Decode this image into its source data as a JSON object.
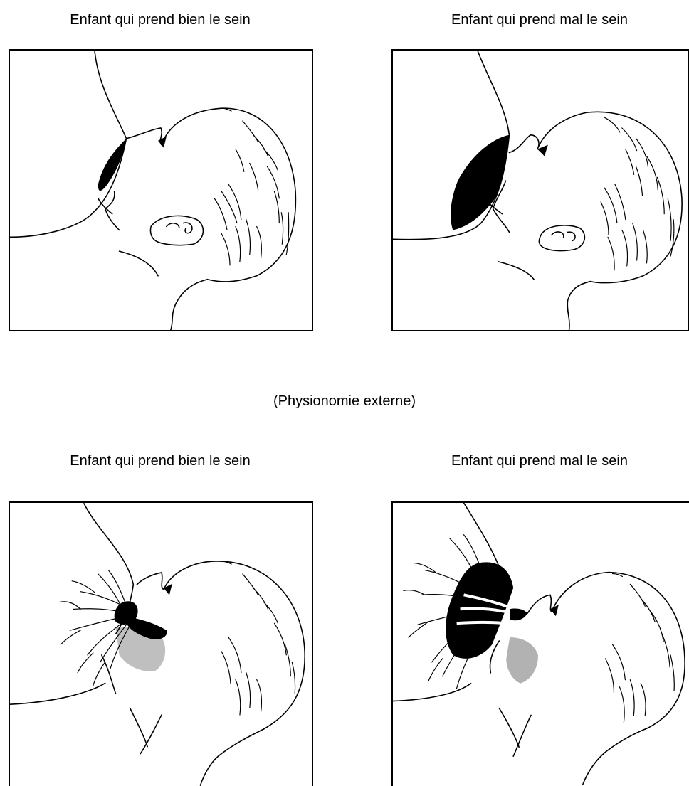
{
  "captions": {
    "top_left": "Enfant qui prend bien le sein",
    "top_right": "Enfant qui prend mal le sein",
    "middle": "(Physionomie externe)",
    "bottom_left": "Enfant qui prend bien le sein",
    "bottom_right": "Enfant qui prend mal le sein"
  },
  "colors": {
    "ink": "#000000",
    "paper": "#ffffff"
  }
}
